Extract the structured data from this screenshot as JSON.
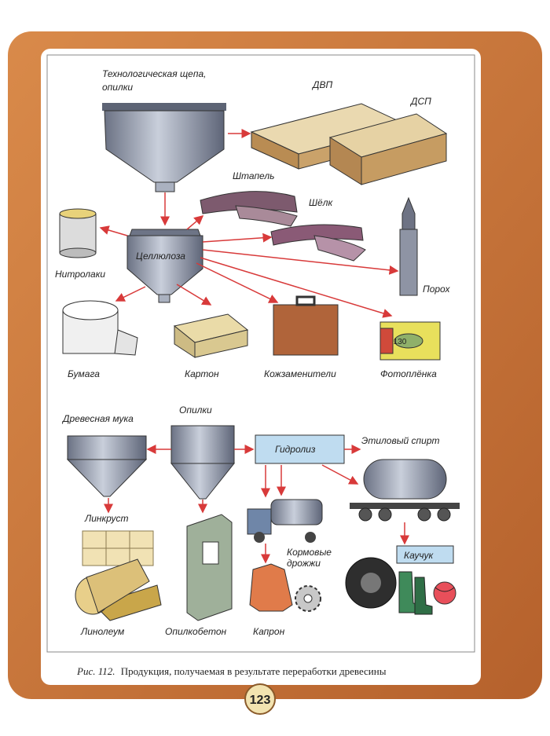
{
  "colors": {
    "wood": "#c8733a",
    "panel": "#ffffff",
    "arrow": "#d83a3a",
    "steel": "#8f96a8",
    "hydrolysis_box": "#bfdcf0"
  },
  "labels": {
    "chips": "Технологическая щепа,",
    "chips2": "опилки",
    "dvp": "ДВП",
    "dsp": "ДСП",
    "staple": "Штапель",
    "silk": "Шёлк",
    "nitrolacquer": "Нитролаки",
    "cellulose": "Целлюлоза",
    "powder": "Порох",
    "paper": "Бумага",
    "cardboard": "Картон",
    "leather_sub": "Кожзаменители",
    "photofilm": "Фотоплёнка",
    "film_badge": "130",
    "wood_flour": "Древесная мука",
    "sawdust": "Опилки",
    "hydrolysis": "Гидролиз",
    "ethyl": "Этиловый спирт",
    "lincrust": "Линкруст",
    "feed_yeast": "Кормовые",
    "feed_yeast2": "дрожжи",
    "rubber": "Каучук",
    "linoleum": "Линолеум",
    "sawdust_concrete": "Опилкобетон",
    "kapron": "Капрон"
  },
  "caption": {
    "prefix": "Рис. 112.",
    "text": "Продукция, получаемая в результате переработки древесины"
  },
  "page_number": "123"
}
